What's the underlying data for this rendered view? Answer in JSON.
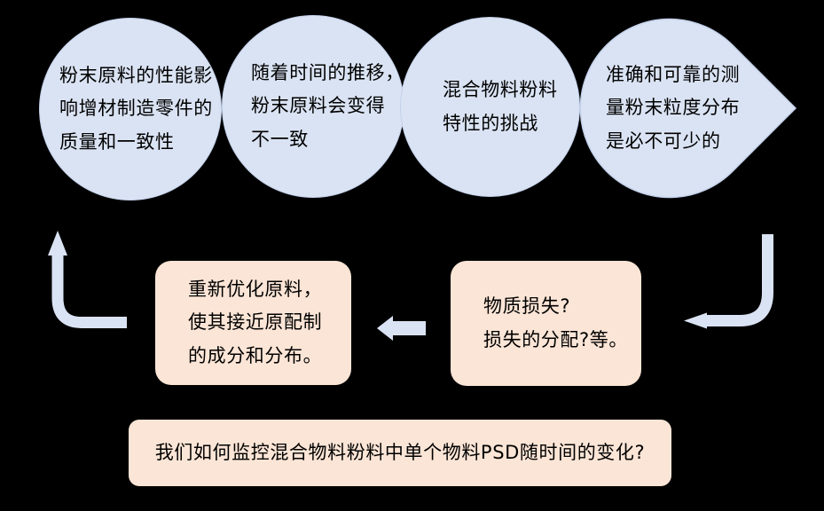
{
  "colors": {
    "background": "#000000",
    "bubble_fill": "#dae3f3",
    "bubble_border": "#c3d1ea",
    "box_fill": "#fbe5d6",
    "arrow": "#dae3f3",
    "text": "#000000"
  },
  "bubbles": [
    {
      "lines": [
        "粉末原料的性能影",
        "响增材制造零件的",
        "质量和一致性"
      ]
    },
    {
      "lines": [
        "随着时间的推移，",
        "粉末原料会变得",
        "不一致"
      ]
    },
    {
      "lines": [
        "混合物料粉料",
        "特性的挑战"
      ]
    },
    {
      "lines": [
        "准确和可靠的测",
        "量粉末粒度分布",
        "是必不可少的"
      ]
    }
  ],
  "boxes": {
    "reoptimize": {
      "lines": [
        "重新优化原料，",
        "使其接近原配制",
        "的成分和分布。"
      ]
    },
    "loss": {
      "lines": [
        "物质损失?",
        "损失的分配?等。"
      ]
    },
    "question": {
      "text": "我们如何监控混合物料粉料中单个物料PSD随时间的变化?"
    }
  },
  "icons": {
    "up_arrow": "elbow-arrow-up",
    "left_arrow": "block-arrow-left",
    "down_left_arrow": "elbow-arrow-down-left",
    "right_point": "teardrop-point-right"
  }
}
